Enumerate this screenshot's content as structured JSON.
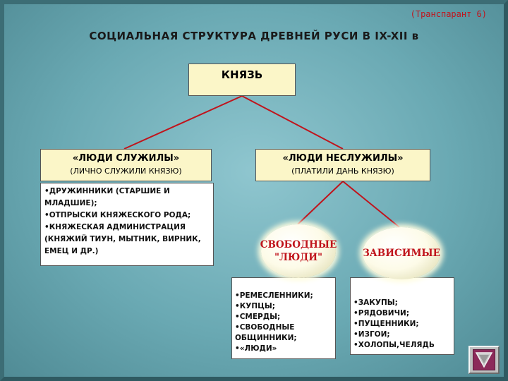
{
  "caption": "(Транспарант 6)",
  "title": "СОЦИАЛЬНАЯ СТРУКТУРА ДРЕВНЕЙ РУСИ  В IX-XII в",
  "top_node": "КНЯЗЬ",
  "left_group": {
    "title": "«ЛЮДИ СЛУЖИЛЫ»",
    "subtitle": "(ЛИЧНО СЛУЖИЛИ КНЯЗЮ)",
    "items": [
      "ДРУЖИННИКИ   (СТАРШИЕ   И МЛАДШИЕ);",
      "ОТПРЫСКИ КНЯЖЕСКОГО РОДА;",
      "КНЯЖЕСКАЯ АДМИНИСТРАЦИЯ (КНЯЖИЙ ТИУН, МЫТНИК, ВИРНИК, ЕМЕЦ И ДР.)"
    ]
  },
  "right_group": {
    "title": "«ЛЮДИ НЕСЛУЖИЛЫ»",
    "subtitle": "(ПЛАТИЛИ ДАНЬ КНЯЗЮ)"
  },
  "free": {
    "label": "СВОБОДНЫЕ \"ЛЮДИ\"",
    "items": [
      "РЕМЕСЛЕННИКИ;",
      "КУПЦЫ;",
      "СМЕРДЫ;",
      "СВОБОДНЫЕ ОБЩИННИКИ;",
      "«ЛЮДИ»"
    ]
  },
  "dependent": {
    "label": "ЗАВИСИМЫЕ",
    "items": [
      "ЗАКУПЫ;",
      "РЯДОВИЧИ;",
      "ПУЩЕННИКИ;",
      "ИЗГОИ;",
      "ХОЛОПЫ,ЧЕЛЯДЬ"
    ]
  },
  "colors": {
    "line": "#c0141c",
    "header_fill": "#fbf6c8",
    "accent_text": "#c0141c"
  },
  "nav_icon": "down-triangle-icon"
}
